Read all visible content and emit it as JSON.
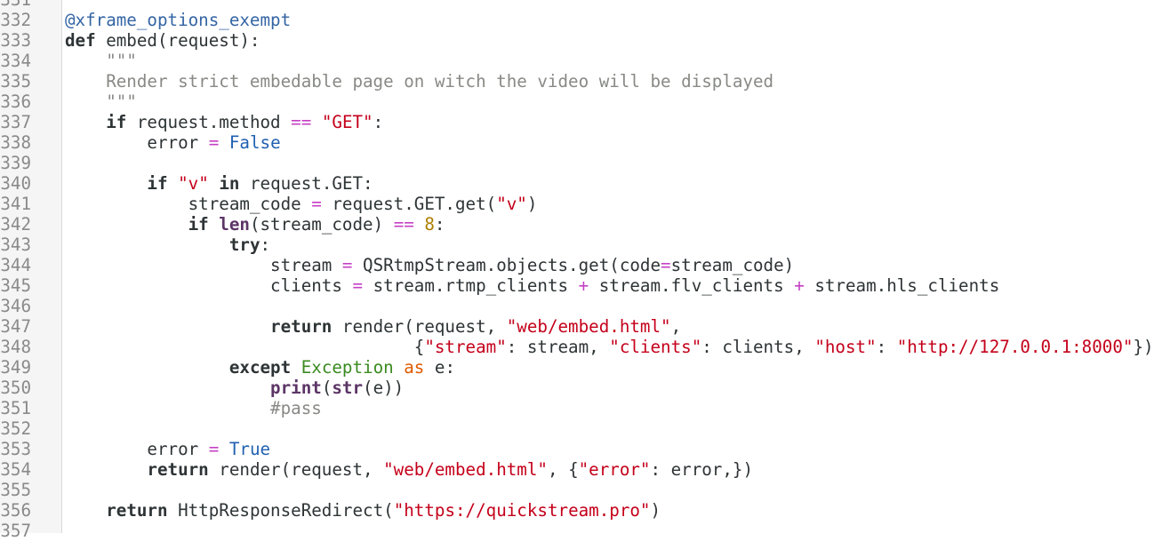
{
  "editor": {
    "lines": [
      {
        "n": "331",
        "segs": []
      },
      {
        "n": "332",
        "segs": [
          {
            "c": "dec",
            "t": "@xframe_options_exempt"
          }
        ]
      },
      {
        "n": "333",
        "segs": [
          {
            "c": "kw",
            "t": "def"
          },
          {
            "c": "",
            "t": " embed(request):"
          }
        ]
      },
      {
        "n": "334",
        "segs": [
          {
            "c": "doc",
            "t": "    \"\"\""
          }
        ]
      },
      {
        "n": "335",
        "segs": [
          {
            "c": "doc",
            "t": "    Render strict embedable page on witch the video will be displayed"
          }
        ]
      },
      {
        "n": "336",
        "segs": [
          {
            "c": "doc",
            "t": "    \"\"\""
          }
        ]
      },
      {
        "n": "337",
        "segs": [
          {
            "c": "",
            "t": "    "
          },
          {
            "c": "kw",
            "t": "if"
          },
          {
            "c": "",
            "t": " request.method "
          },
          {
            "c": "op",
            "t": "=="
          },
          {
            "c": "",
            "t": " "
          },
          {
            "c": "str",
            "t": "\"GET\""
          },
          {
            "c": "",
            "t": ":"
          }
        ]
      },
      {
        "n": "338",
        "segs": [
          {
            "c": "",
            "t": "        error "
          },
          {
            "c": "op",
            "t": "="
          },
          {
            "c": "",
            "t": " "
          },
          {
            "c": "cnst",
            "t": "False"
          }
        ]
      },
      {
        "n": "339",
        "segs": []
      },
      {
        "n": "340",
        "segs": [
          {
            "c": "",
            "t": "        "
          },
          {
            "c": "kw",
            "t": "if"
          },
          {
            "c": "",
            "t": " "
          },
          {
            "c": "str",
            "t": "\"v\""
          },
          {
            "c": "",
            "t": " "
          },
          {
            "c": "kw",
            "t": "in"
          },
          {
            "c": "",
            "t": " request.GET:"
          }
        ]
      },
      {
        "n": "341",
        "segs": [
          {
            "c": "",
            "t": "            stream_code "
          },
          {
            "c": "op",
            "t": "="
          },
          {
            "c": "",
            "t": " request.GET.get("
          },
          {
            "c": "str",
            "t": "\"v\""
          },
          {
            "c": "",
            "t": ")"
          }
        ]
      },
      {
        "n": "342",
        "segs": [
          {
            "c": "",
            "t": "            "
          },
          {
            "c": "kw",
            "t": "if"
          },
          {
            "c": "",
            "t": " "
          },
          {
            "c": "bi",
            "t": "len"
          },
          {
            "c": "",
            "t": "(stream_code) "
          },
          {
            "c": "op",
            "t": "=="
          },
          {
            "c": "",
            "t": " "
          },
          {
            "c": "num",
            "t": "8"
          },
          {
            "c": "",
            "t": ":"
          }
        ]
      },
      {
        "n": "343",
        "segs": [
          {
            "c": "",
            "t": "                "
          },
          {
            "c": "kw",
            "t": "try"
          },
          {
            "c": "",
            "t": ":"
          }
        ]
      },
      {
        "n": "344",
        "segs": [
          {
            "c": "",
            "t": "                    stream "
          },
          {
            "c": "op",
            "t": "="
          },
          {
            "c": "",
            "t": " QSRtmpStream.objects.get(code"
          },
          {
            "c": "op",
            "t": "="
          },
          {
            "c": "",
            "t": "stream_code)"
          }
        ]
      },
      {
        "n": "345",
        "segs": [
          {
            "c": "",
            "t": "                    clients "
          },
          {
            "c": "op",
            "t": "="
          },
          {
            "c": "",
            "t": " stream.rtmp_clients "
          },
          {
            "c": "op",
            "t": "+"
          },
          {
            "c": "",
            "t": " stream.flv_clients "
          },
          {
            "c": "op",
            "t": "+"
          },
          {
            "c": "",
            "t": " stream.hls_clients"
          }
        ]
      },
      {
        "n": "346",
        "segs": []
      },
      {
        "n": "347",
        "segs": [
          {
            "c": "",
            "t": "                    "
          },
          {
            "c": "kw",
            "t": "return"
          },
          {
            "c": "",
            "t": " render(request, "
          },
          {
            "c": "str",
            "t": "\"web/embed.html\""
          },
          {
            "c": "",
            "t": ","
          }
        ]
      },
      {
        "n": "348",
        "segs": [
          {
            "c": "",
            "t": "                                  {"
          },
          {
            "c": "str",
            "t": "\"stream\""
          },
          {
            "c": "",
            "t": ": stream, "
          },
          {
            "c": "str",
            "t": "\"clients\""
          },
          {
            "c": "",
            "t": ": clients, "
          },
          {
            "c": "str",
            "t": "\"host\""
          },
          {
            "c": "",
            "t": ": "
          },
          {
            "c": "str",
            "t": "\"http://127.0.0.1:8000\""
          },
          {
            "c": "",
            "t": "})"
          }
        ]
      },
      {
        "n": "349",
        "segs": [
          {
            "c": "",
            "t": "                "
          },
          {
            "c": "kw",
            "t": "except"
          },
          {
            "c": "",
            "t": " "
          },
          {
            "c": "exc",
            "t": "Exception"
          },
          {
            "c": "",
            "t": " "
          },
          {
            "c": "askw",
            "t": "as"
          },
          {
            "c": "",
            "t": " e:"
          }
        ]
      },
      {
        "n": "350",
        "segs": [
          {
            "c": "",
            "t": "                    "
          },
          {
            "c": "bi",
            "t": "print"
          },
          {
            "c": "",
            "t": "("
          },
          {
            "c": "bi",
            "t": "str"
          },
          {
            "c": "",
            "t": "(e))"
          }
        ]
      },
      {
        "n": "351",
        "segs": [
          {
            "c": "",
            "t": "                    "
          },
          {
            "c": "com",
            "t": "#pass"
          }
        ]
      },
      {
        "n": "352",
        "segs": []
      },
      {
        "n": "353",
        "segs": [
          {
            "c": "",
            "t": "        error "
          },
          {
            "c": "op",
            "t": "="
          },
          {
            "c": "",
            "t": " "
          },
          {
            "c": "cnst",
            "t": "True"
          }
        ]
      },
      {
        "n": "354",
        "segs": [
          {
            "c": "",
            "t": "        "
          },
          {
            "c": "kw",
            "t": "return"
          },
          {
            "c": "",
            "t": " render(request, "
          },
          {
            "c": "str",
            "t": "\"web/embed.html\""
          },
          {
            "c": "",
            "t": ", {"
          },
          {
            "c": "str",
            "t": "\"error\""
          },
          {
            "c": "",
            "t": ": error,})"
          }
        ]
      },
      {
        "n": "355",
        "segs": []
      },
      {
        "n": "356",
        "segs": [
          {
            "c": "",
            "t": "    "
          },
          {
            "c": "kw",
            "t": "return"
          },
          {
            "c": "",
            "t": " HttpResponseRedirect("
          },
          {
            "c": "str",
            "t": "\"https://quickstream.pro\""
          },
          {
            "c": "",
            "t": ")"
          }
        ]
      },
      {
        "n": "357",
        "segs": []
      }
    ]
  }
}
